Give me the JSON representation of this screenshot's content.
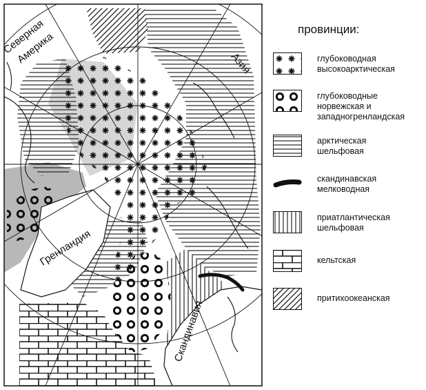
{
  "map": {
    "labels": {
      "north_america_1": "Северная",
      "north_america_2": "Америка",
      "asia": "Азия",
      "greenland": "Гренландия",
      "scandinavia": "Скандинавия"
    }
  },
  "legend": {
    "title": "провинции:",
    "items": [
      {
        "pattern": "asterisk-pattern",
        "lines": [
          "глубоководная",
          "высокоарктическая"
        ]
      },
      {
        "pattern": "ring-pattern",
        "lines": [
          "глубоководные",
          "норвежская и",
          "западногренландская"
        ]
      },
      {
        "pattern": "horizontal-lines-pattern",
        "lines": [
          "арктическая",
          "шельфовая"
        ]
      },
      {
        "pattern": "thick-black-line",
        "lines": [
          "скандинавская",
          "мелководная"
        ]
      },
      {
        "pattern": "vertical-lines-pattern",
        "lines": [
          "приатлантическая",
          "шельфовая"
        ]
      },
      {
        "pattern": "brick-pattern",
        "lines": [
          "кельтская"
        ]
      },
      {
        "pattern": "diagonal-lines-pattern",
        "lines": [
          "притихоокеанская"
        ]
      }
    ]
  },
  "colors": {
    "ink": "#111111",
    "shade": "#a9a9a9",
    "light_shade": "#d0d0d0"
  }
}
